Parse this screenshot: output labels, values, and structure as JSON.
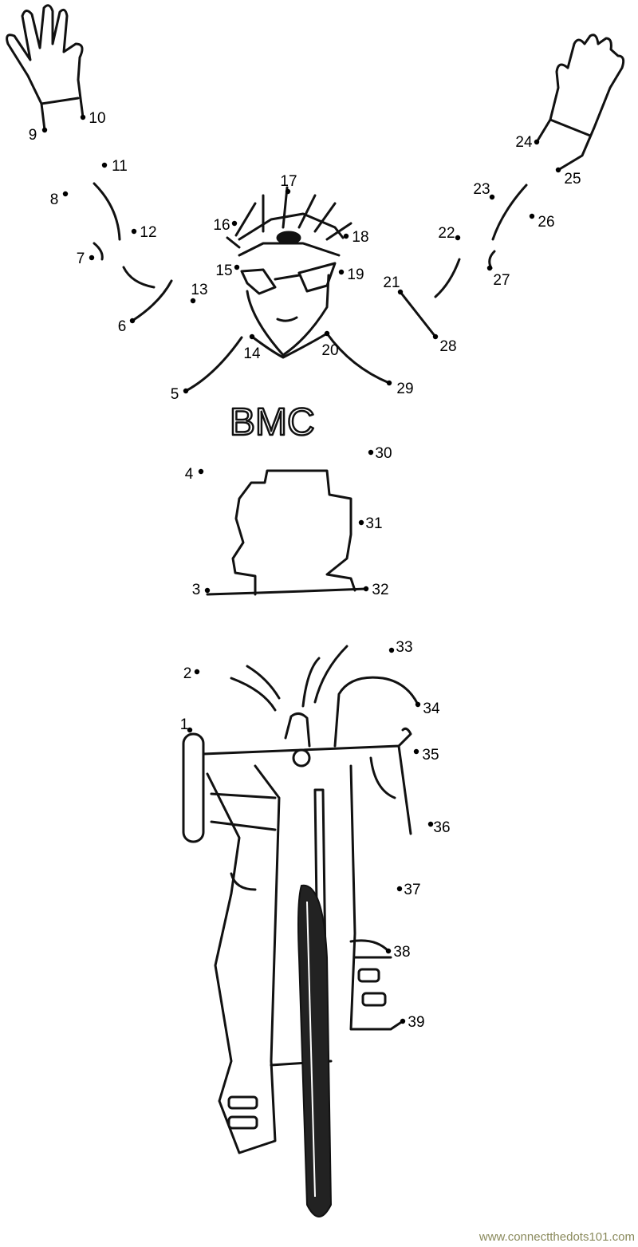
{
  "worksheet": {
    "dots": [
      "1",
      "2",
      "3",
      "4",
      "5",
      "6",
      "7",
      "8",
      "9",
      "10",
      "11",
      "12",
      "13",
      "14",
      "15",
      "16",
      "17",
      "18",
      "19",
      "20",
      "21",
      "22",
      "23",
      "24",
      "25",
      "26",
      "27",
      "28",
      "29",
      "30",
      "31",
      "32",
      "33",
      "34",
      "35",
      "36",
      "37",
      "38",
      "39"
    ],
    "jersey_logo": "BMC",
    "footer": "www.connectthedots101.com"
  }
}
